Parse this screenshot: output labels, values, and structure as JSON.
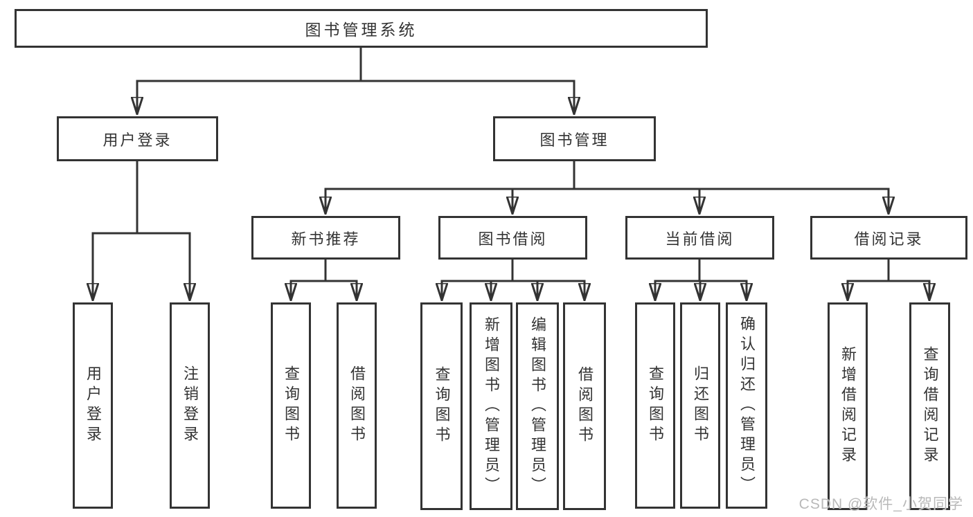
{
  "tree": {
    "label": "图书管理系统",
    "children": [
      {
        "label": "用户登录",
        "children": [
          {
            "label": "用户登录"
          },
          {
            "label": "注销登录"
          }
        ]
      },
      {
        "label": "图书管理",
        "children": [
          {
            "label": "新书推荐",
            "children": [
              {
                "label": "查询图书"
              },
              {
                "label": "借阅图书"
              }
            ]
          },
          {
            "label": "图书借阅",
            "children": [
              {
                "label": "查询图书"
              },
              {
                "label": "新增图书（管理员）"
              },
              {
                "label": "编辑图书（管理员）"
              },
              {
                "label": "借阅图书"
              }
            ]
          },
          {
            "label": "当前借阅",
            "children": [
              {
                "label": "查询图书"
              },
              {
                "label": "归还图书"
              },
              {
                "label": "确认归还（管理员）"
              }
            ]
          },
          {
            "label": "借阅记录",
            "children": [
              {
                "label": "新增借阅记录"
              },
              {
                "label": "查询借阅记录"
              }
            ]
          }
        ]
      }
    ]
  },
  "watermark": {
    "text": "CSDN @软件_小贺同学"
  },
  "colors": {
    "line": "#333333",
    "text": "#333333",
    "box_background": "#ffffff",
    "watermark": "#b9b9b9",
    "background": "#ffffff"
  }
}
